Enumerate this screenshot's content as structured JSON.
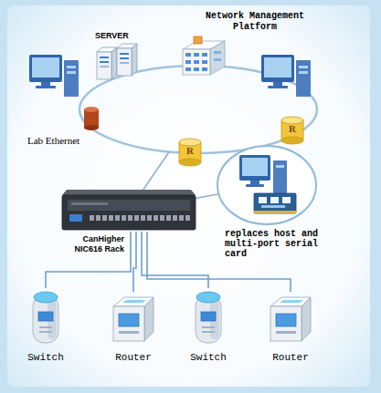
{
  "diagram": {
    "nodes": [
      {
        "text": [
          "SERVER"
        ]
      },
      {
        "text": [
          "Network Management Platform"
        ]
      },
      {
        "text": [
          "Lab Ethernet"
        ]
      },
      {
        "text": [
          "CanHigher NIC616 Rack"
        ]
      },
      {
        "text": [
          "replaces host and multi-port serial card"
        ]
      },
      {
        "text": [
          "Switch"
        ]
      },
      {
        "text": [
          "Router"
        ]
      },
      {
        "text": [
          "Switch"
        ]
      },
      {
        "text": [
          "Router"
        ]
      }
    ],
    "edges": [
      {
        "from": 3,
        "to": 2,
        "arrow": "none"
      },
      {
        "from": 3,
        "to": 4,
        "arrow": "none"
      },
      {
        "from": 3,
        "to": 5,
        "arrow": "none"
      },
      {
        "from": 3,
        "to": 6,
        "arrow": "none"
      },
      {
        "from": 3,
        "to": 7,
        "arrow": "none"
      },
      {
        "from": 3,
        "to": 8,
        "arrow": "none"
      }
    ],
    "labels": [
      "R",
      "R"
    ]
  }
}
